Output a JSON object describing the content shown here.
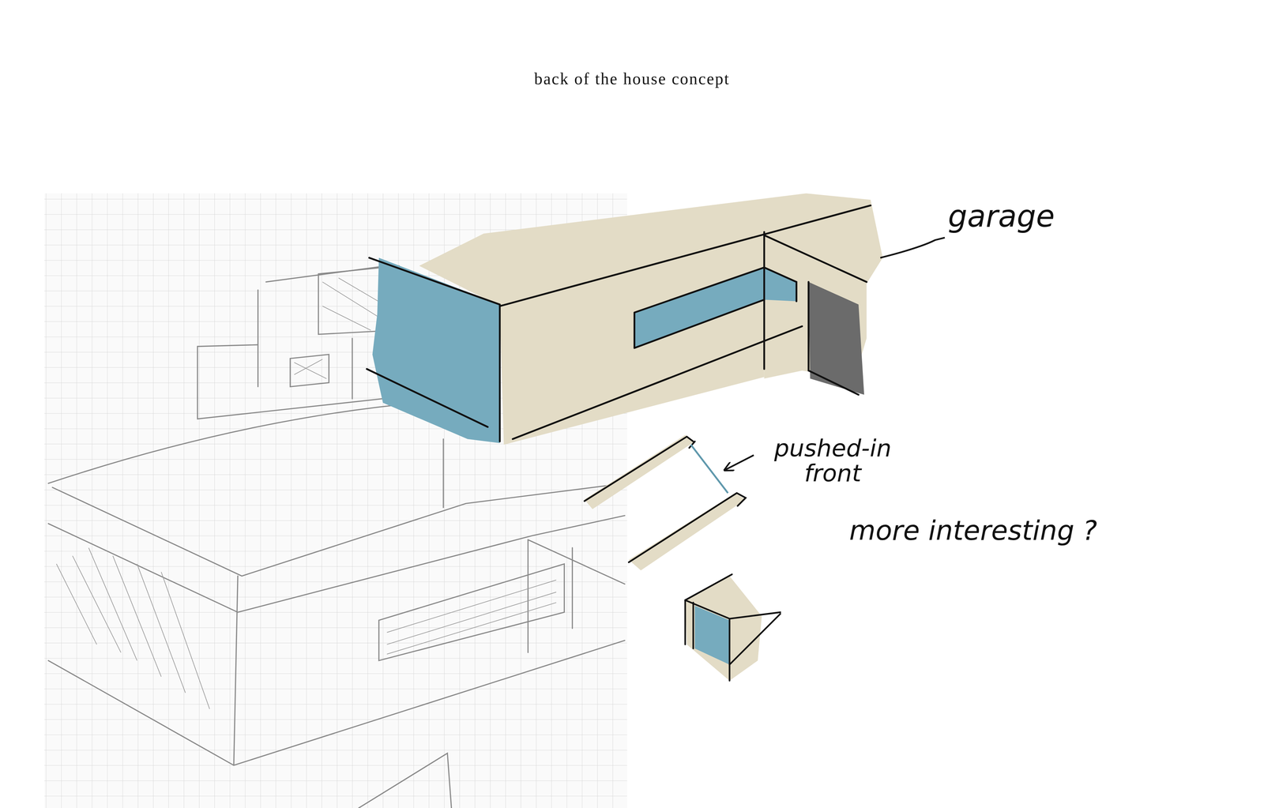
{
  "diagram": {
    "title": "back of the house concept",
    "labels": [
      "garage",
      "pushed-in front",
      "more interesting ?"
    ]
  }
}
